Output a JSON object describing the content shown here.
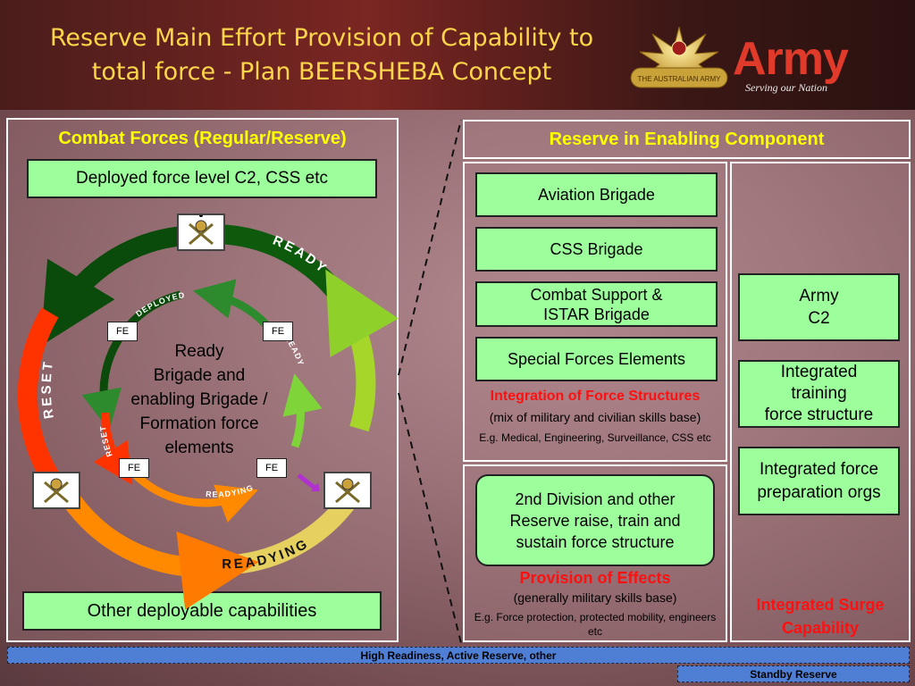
{
  "header": {
    "title_line1": "Reserve Main Effort Provision of Capability to",
    "title_line2": "total force - Plan BEERSHEBA Concept",
    "logo_text": "Army",
    "logo_sub": "Serving our Nation",
    "logo_ring": "THE AUSTRALIAN ARMY"
  },
  "left_panel": {
    "title": "Combat Forces (Regular/Reserve)",
    "top_box": "Deployed force level C2, CSS etc",
    "bottom_box": "Other deployable capabilities",
    "center_lines": [
      "Ready",
      "Brigade and",
      "enabling Brigade /",
      "Formation force",
      "elements"
    ],
    "outer_labels": {
      "ready": "READY",
      "reset": "RESET",
      "readying": "READYING"
    },
    "inner_labels": {
      "deployed": "DEPLOYED",
      "ready": "READY",
      "reset": "RESET",
      "readying": "READYING"
    },
    "fe_label": "FE"
  },
  "right_panel": {
    "title": "Reserve in Enabling Component",
    "brigades": [
      "Aviation Brigade",
      "CSS Brigade",
      "Combat Support &\nISTAR Brigade",
      "Special Forces Elements"
    ],
    "integration_title": "Integration of Force Structures",
    "integration_sub": "(mix of military and civilian skills base)",
    "integration_eg": "E.g. Medical, Engineering, Surveillance, CSS etc",
    "division_box": "2nd Division and other Reserve raise, train and sustain force structure",
    "provision_title": "Provision of Effects",
    "provision_sub": "(generally military skills base)",
    "provision_eg": "E.g. Force protection, protected mobility, engineers etc",
    "side_boxes": [
      "Army\nC2",
      "Integrated\ntraining\nforce structure",
      "Integrated force preparation orgs"
    ],
    "surge_title": "Integrated Surge Capability"
  },
  "footer": {
    "high_readiness": "High Readiness, Active Reserve, other",
    "standby": "Standby Reserve"
  },
  "colors": {
    "title_yellow": "#ffd54a",
    "box_green": "#9cff9c",
    "accent_red": "#ff1010",
    "bar_blue": "#4f7fd4"
  }
}
